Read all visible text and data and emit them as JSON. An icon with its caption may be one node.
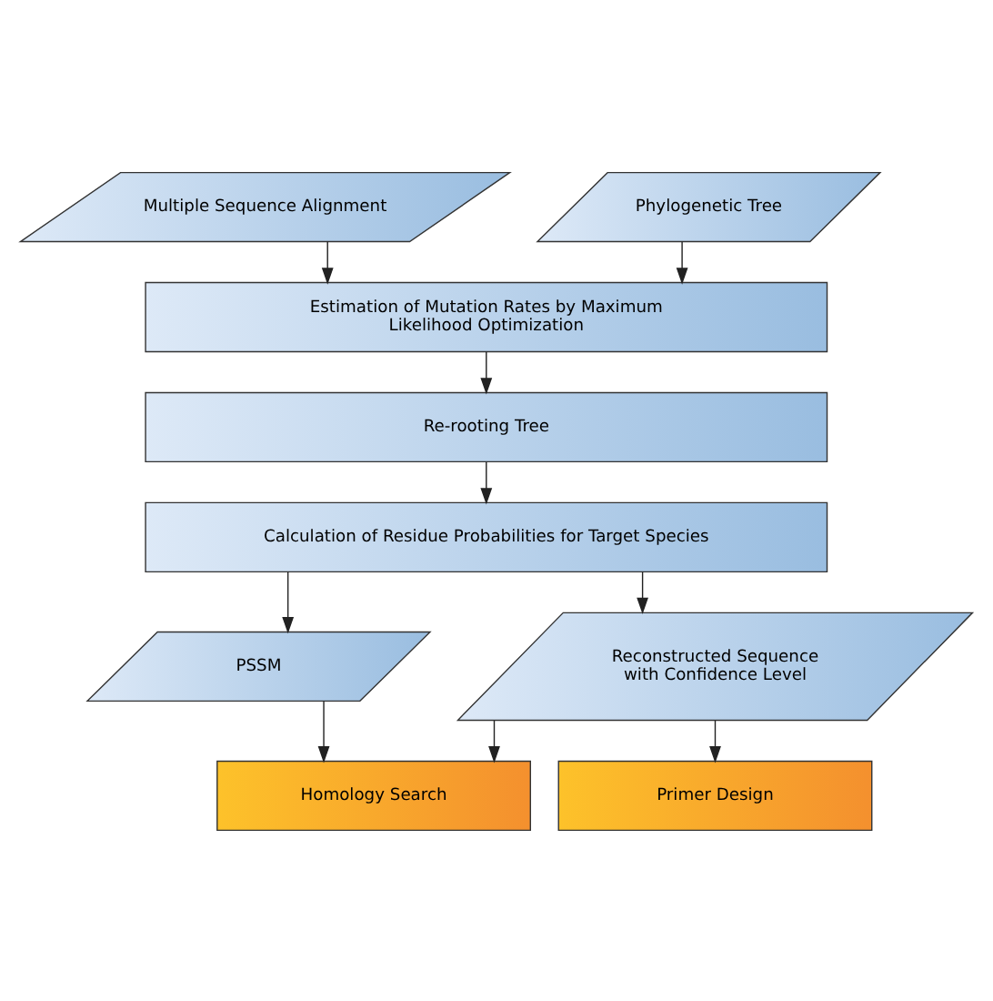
{
  "diagram": {
    "nodes": [
      {
        "text": [
          "Multiple Sequence Alignment"
        ]
      },
      {
        "text": [
          "Phylogenetic Tree"
        ]
      },
      {
        "text": [
          "Estimation of Mutation Rates by Maximum Likelihood Optimization"
        ]
      },
      {
        "text": [
          "Re-rooting Tree"
        ]
      },
      {
        "text": [
          "Calculation of Residue Probabilities for Target Species"
        ]
      },
      {
        "text": [
          "PSSM"
        ]
      },
      {
        "text": [
          "Reconstructed Sequence with Confidence Level"
        ]
      },
      {
        "text": [
          "Homology Search"
        ]
      },
      {
        "text": [
          "Primer Design"
        ]
      }
    ],
    "edges": [
      {
        "from": 0,
        "to": 2,
        "arrow": "to"
      },
      {
        "from": 1,
        "to": 2,
        "arrow": "to"
      },
      {
        "from": 2,
        "to": 3,
        "arrow": "to"
      },
      {
        "from": 3,
        "to": 4,
        "arrow": "to"
      },
      {
        "from": 4,
        "to": 5,
        "arrow": "to"
      },
      {
        "from": 4,
        "to": 6,
        "arrow": "to"
      },
      {
        "from": 5,
        "to": 7,
        "arrow": "to"
      },
      {
        "from": 6,
        "to": 7,
        "arrow": "to"
      },
      {
        "from": 6,
        "to": 8,
        "arrow": "to"
      }
    ]
  }
}
